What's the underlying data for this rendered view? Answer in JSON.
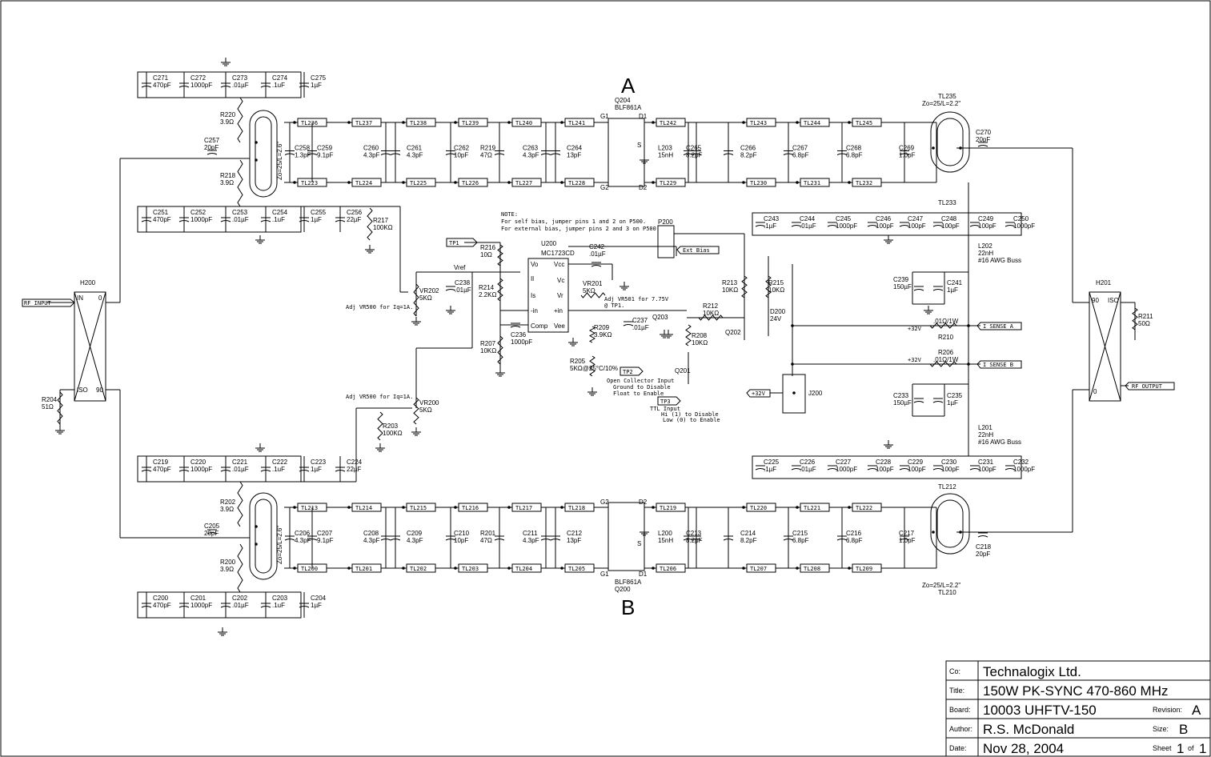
{
  "labels": {
    "amp_a": "A",
    "amp_b": "B",
    "q204": "Q204",
    "q204_part": "BLF861A",
    "q200": "Q200",
    "q200_part": "BLF861A",
    "g1": "G1",
    "d1": "D1",
    "g2": "G2",
    "d2": "D2",
    "s": "S",
    "tl235": "TL235",
    "tl235_spec": "Zo=25/L=2.2\"",
    "tl233": "TL233",
    "tl212": "TL212",
    "tl210": "TL210",
    "tl210_spec": "Zo=25/L=2.2\"",
    "tl234_spec": "Zo=25/L=2.6\"",
    "tl211_spec": "Zo=25/L=2.6\"",
    "h200": "H200",
    "h201": "H201",
    "in": "IN",
    "iso": "ISO",
    "p0": "0",
    "p90": "90",
    "rf_input": "RF_INPUT",
    "rf_output": "RF_OUTPUT",
    "note": "NOTE:",
    "note1": "For self bias, jumper pins 1 and 2 on P500.",
    "note2": "For external bias, jumper pins 2 and 3 on P500.",
    "u200": "U200",
    "u200_part": "MC1723CD",
    "vref": "Vref",
    "tp1": "TP1",
    "tp2": "TP2",
    "tp3": "TP3",
    "p200": "P200",
    "ext_bias": "Ext_Bias",
    "adj_vr500_a": "Adj VR500 for Iq=1A.",
    "adj_vr500_b": "Adj VR500 for Iq=1A.",
    "adj_vr501": "Adj VR501 for 7.75V",
    "at_tp1": "@ TP1.",
    "tp2_note1": "Open Collector Input",
    "tp2_note2": "Ground to Disable",
    "tp2_note3": "Float to Enable",
    "tp3_note1": "TTL Input",
    "tp3_note2": "Hi (1) to Disable",
    "tp3_note3": "Low (0) to Enable",
    "plus32v": "+32V",
    "i_sense_a": "I_SENSE_A",
    "i_sense_b": "I_SENSE_B",
    "j200": "J200",
    "awg16a": "#16 AWG Buss",
    "awg16b": "#16 AWG Buss",
    "l202": "L202",
    "l202_val": "22nH",
    "l201": "L201",
    "l201_val": "22nH",
    "r210": "R210",
    "r210_val": ".01Ω/1W",
    "r206": "R206",
    "r206_val": ".01Ω/1W",
    "u_vc": "Vc",
    "u_vcc": "Vcc",
    "u_vo": "Vo",
    "u_il": "Il",
    "u_is": "Is",
    "u_in": "-in",
    "u_inp": "+in",
    "u_vr": "Vr",
    "u_comp": "Comp",
    "u_vee": "Vee"
  },
  "top_lines": [
    "TL236",
    "TL237",
    "TL238",
    "TL239",
    "TL240",
    "TL241",
    "TL242",
    "TL243",
    "TL244",
    "TL245"
  ],
  "top_lines2": [
    "TL223",
    "TL224",
    "TL225",
    "TL226",
    "TL227",
    "TL228",
    "TL229",
    "TL230",
    "TL231",
    "TL232"
  ],
  "bot_lines": [
    "TL213",
    "TL214",
    "TL215",
    "TL216",
    "TL217",
    "TL218",
    "TL219",
    "TL220",
    "TL221",
    "TL222"
  ],
  "bot_lines2": [
    "TL200",
    "TL201",
    "TL202",
    "TL203",
    "TL204",
    "TL205",
    "TL206",
    "TL207",
    "TL208",
    "TL209"
  ],
  "components": [
    {
      "ref": "C271",
      "val": "470pF"
    },
    {
      "ref": "C272",
      "val": "1000pF"
    },
    {
      "ref": "C273",
      "val": ".01µF"
    },
    {
      "ref": "C274",
      "val": ".1uF"
    },
    {
      "ref": "C275",
      "val": "1µF"
    },
    {
      "ref": "C251",
      "val": "470pF"
    },
    {
      "ref": "C252",
      "val": "1000pF"
    },
    {
      "ref": "C253",
      "val": ".01µF"
    },
    {
      "ref": "C254",
      "val": ".1uF"
    },
    {
      "ref": "C255",
      "val": "1µF"
    },
    {
      "ref": "C256",
      "val": "22µF"
    },
    {
      "ref": "C219",
      "val": "470pF"
    },
    {
      "ref": "C220",
      "val": "1000pF"
    },
    {
      "ref": "C221",
      "val": ".01µF"
    },
    {
      "ref": "C222",
      "val": ".1uF"
    },
    {
      "ref": "C223",
      "val": "1µF"
    },
    {
      "ref": "C224",
      "val": "22µF"
    },
    {
      "ref": "C200",
      "val": "470pF"
    },
    {
      "ref": "C201",
      "val": "1000pF"
    },
    {
      "ref": "C202",
      "val": ".01µF"
    },
    {
      "ref": "C203",
      "val": ".1uF"
    },
    {
      "ref": "C204",
      "val": "1µF"
    },
    {
      "ref": "R220",
      "val": "3.9Ω"
    },
    {
      "ref": "R218",
      "val": "3.9Ω"
    },
    {
      "ref": "C257",
      "val": "20pF"
    },
    {
      "ref": "R202",
      "val": "3.9Ω"
    },
    {
      "ref": "R200",
      "val": "3.9Ω"
    },
    {
      "ref": "C205",
      "val": "20pF"
    },
    {
      "ref": "C258",
      "val": "1.3pF"
    },
    {
      "ref": "C259",
      "val": "9.1pF"
    },
    {
      "ref": "C260",
      "val": "4.3pF"
    },
    {
      "ref": "C261",
      "val": "4.3pF"
    },
    {
      "ref": "C262",
      "val": "10pF"
    },
    {
      "ref": "R219",
      "val": "47Ω"
    },
    {
      "ref": "C263",
      "val": "4.3pF"
    },
    {
      "ref": "C264",
      "val": "13pF"
    },
    {
      "ref": "L203",
      "val": "15nH"
    },
    {
      "ref": "C265",
      "val": "8.2pF"
    },
    {
      "ref": "C266",
      "val": "8.2pF"
    },
    {
      "ref": "C267",
      "val": "6.8pF"
    },
    {
      "ref": "C268",
      "val": "6.8pF"
    },
    {
      "ref": "C269",
      "val": "1.0pF"
    },
    {
      "ref": "C206",
      "val": "4.3pF"
    },
    {
      "ref": "C207",
      "val": "9.1pF"
    },
    {
      "ref": "C208",
      "val": "4.3pF"
    },
    {
      "ref": "C209",
      "val": "4.3pF"
    },
    {
      "ref": "C210",
      "val": "10pF"
    },
    {
      "ref": "R201",
      "val": "47Ω"
    },
    {
      "ref": "C211",
      "val": "4.3pF"
    },
    {
      "ref": "C212",
      "val": "13pF"
    },
    {
      "ref": "L200",
      "val": "15nH"
    },
    {
      "ref": "C213",
      "val": "8.2pF"
    },
    {
      "ref": "C214",
      "val": "8.2pF"
    },
    {
      "ref": "C215",
      "val": "6.8pF"
    },
    {
      "ref": "C216",
      "val": "6.8pF"
    },
    {
      "ref": "C217",
      "val": "1.0pF"
    },
    {
      "ref": "C270",
      "val": "20pF"
    },
    {
      "ref": "C218",
      "val": "20pF"
    },
    {
      "ref": "C243",
      "val": ".1µF"
    },
    {
      "ref": "C244",
      "val": ".01µF"
    },
    {
      "ref": "C245",
      "val": "1000pF"
    },
    {
      "ref": "C246",
      "val": "100pF"
    },
    {
      "ref": "C247",
      "val": "100pF"
    },
    {
      "ref": "C248",
      "val": "100pF"
    },
    {
      "ref": "C249",
      "val": "100pF"
    },
    {
      "ref": "C250",
      "val": "1000pF"
    },
    {
      "ref": "C225",
      "val": ".1µF"
    },
    {
      "ref": "C226",
      "val": ".01µF"
    },
    {
      "ref": "C227",
      "val": "1000pF"
    },
    {
      "ref": "C228",
      "val": "100pF"
    },
    {
      "ref": "C229",
      "val": "100pF"
    },
    {
      "ref": "C230",
      "val": "100pF"
    },
    {
      "ref": "C231",
      "val": "100pF"
    },
    {
      "ref": "C232",
      "val": "1000pF"
    },
    {
      "ref": "C239",
      "val": "150µF"
    },
    {
      "ref": "C241",
      "val": "1µF"
    },
    {
      "ref": "C233",
      "val": "150µF"
    },
    {
      "ref": "C235",
      "val": "1µF"
    },
    {
      "ref": "R211",
      "val": "50Ω"
    },
    {
      "ref": "R204",
      "val": "51Ω"
    },
    {
      "ref": "R217",
      "val": "100KΩ"
    },
    {
      "ref": "R203",
      "val": "100KΩ"
    },
    {
      "ref": "VR202",
      "val": "5KΩ"
    },
    {
      "ref": "VR200",
      "val": "5KΩ"
    },
    {
      "ref": "C238",
      "val": ".01µF"
    },
    {
      "ref": "R216",
      "val": "10Ω"
    },
    {
      "ref": "R214",
      "val": "2.2KΩ"
    },
    {
      "ref": "R207",
      "val": "10KΩ"
    },
    {
      "ref": "C236",
      "val": "1000pF"
    },
    {
      "ref": "C242",
      "val": ".01µF"
    },
    {
      "ref": "VR201",
      "val": "5KΩ"
    },
    {
      "ref": "R209",
      "val": "3.9KΩ"
    },
    {
      "ref": "C237",
      "val": ".01µF"
    },
    {
      "ref": "R205",
      "val": "5KΩ@25°C/10%"
    },
    {
      "ref": "R212",
      "val": "10KΩ"
    },
    {
      "ref": "R208",
      "val": "10KΩ"
    },
    {
      "ref": "R213",
      "val": "10KΩ"
    },
    {
      "ref": "R215",
      "val": "10KΩ"
    },
    {
      "ref": "D200",
      "val": "24V"
    },
    {
      "ref": "Q203",
      "val": ""
    },
    {
      "ref": "Q202",
      "val": ""
    },
    {
      "ref": "Q201",
      "val": ""
    }
  ],
  "title_block": {
    "co_label": "Co:",
    "co": "Technalogix Ltd.",
    "title_label": "Title:",
    "title": "150W PK-SYNC 470-860 MHz",
    "board_label": "Board:",
    "board": "10003 UHFTV-150",
    "rev_label": "Revision:",
    "rev": "A",
    "author_label": "Author:",
    "author": "R.S. McDonald",
    "size_label": "Size:",
    "size": "B",
    "date_label": "Date:",
    "date": "Nov 28, 2004",
    "sheet_label": "Sheet",
    "sheet": "1",
    "of_label": "of",
    "of": "1"
  }
}
